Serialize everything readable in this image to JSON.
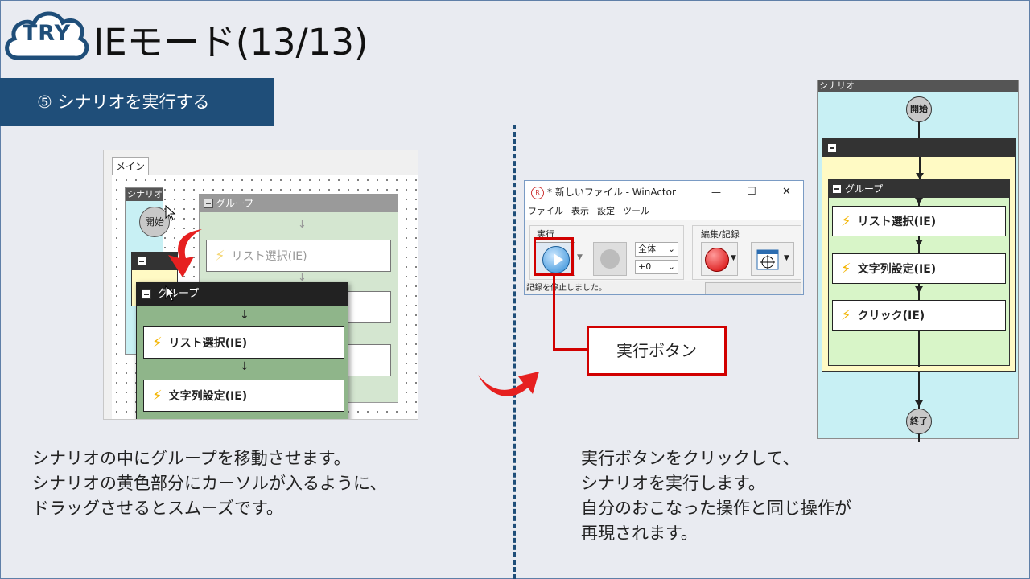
{
  "header": {
    "badge": "TRY",
    "title": "IEモード(13/13)",
    "step": "⑤ シナリオを実行する"
  },
  "left_panel": {
    "tab": "メイン",
    "scenario_label": "シナリオ",
    "start_node": "開始",
    "ghost_group_label": "グループ",
    "ghost_nodes": [
      "リスト選択(IE)"
    ],
    "drag_group_label": "グループ",
    "drag_nodes": [
      "リスト選択(IE)",
      "文字列設定(IE)"
    ],
    "description": [
      "シナリオの中にグループを移動させます。",
      "シナリオの黄色部分にカーソルが入るように、",
      "ドラッグさせるとスムーズです。"
    ]
  },
  "toolbar_window": {
    "title": "* 新しいファイル - WinActor",
    "menu": [
      "ファイル",
      "表示",
      "設定",
      "ツール"
    ],
    "exec_group_label": "実行",
    "scope_select": "全体",
    "offset_select": "+0",
    "edit_group_label": "編集/記録",
    "status": "記録を停止しました。",
    "window_controls": {
      "minimize": "—",
      "maximize": "☐",
      "close": "✕"
    }
  },
  "callout": {
    "label": "実行ボタン"
  },
  "right_panel": {
    "scenario_label": "シナリオ",
    "start_node": "開始",
    "inner_group_label": "グループ",
    "nodes": [
      "リスト選択(IE)",
      "文字列設定(IE)",
      "クリック(IE)"
    ],
    "end_node": "終了",
    "description": [
      "実行ボタンをクリックして、",
      "シナリオを実行します。",
      "自分のおこなった操作と同じ操作が",
      "再現されます。"
    ]
  },
  "colors": {
    "accent": "#1f4e79",
    "highlight": "#d10000",
    "scenario_bg": "#c8f0f4",
    "group_bg": "#d8f5c8",
    "slot_bg": "#fffac4"
  },
  "icons": [
    "cloud-badge-icon",
    "lightning-icon",
    "play-icon",
    "stop-icon",
    "record-icon",
    "target-icon",
    "curved-arrow-icon"
  ]
}
